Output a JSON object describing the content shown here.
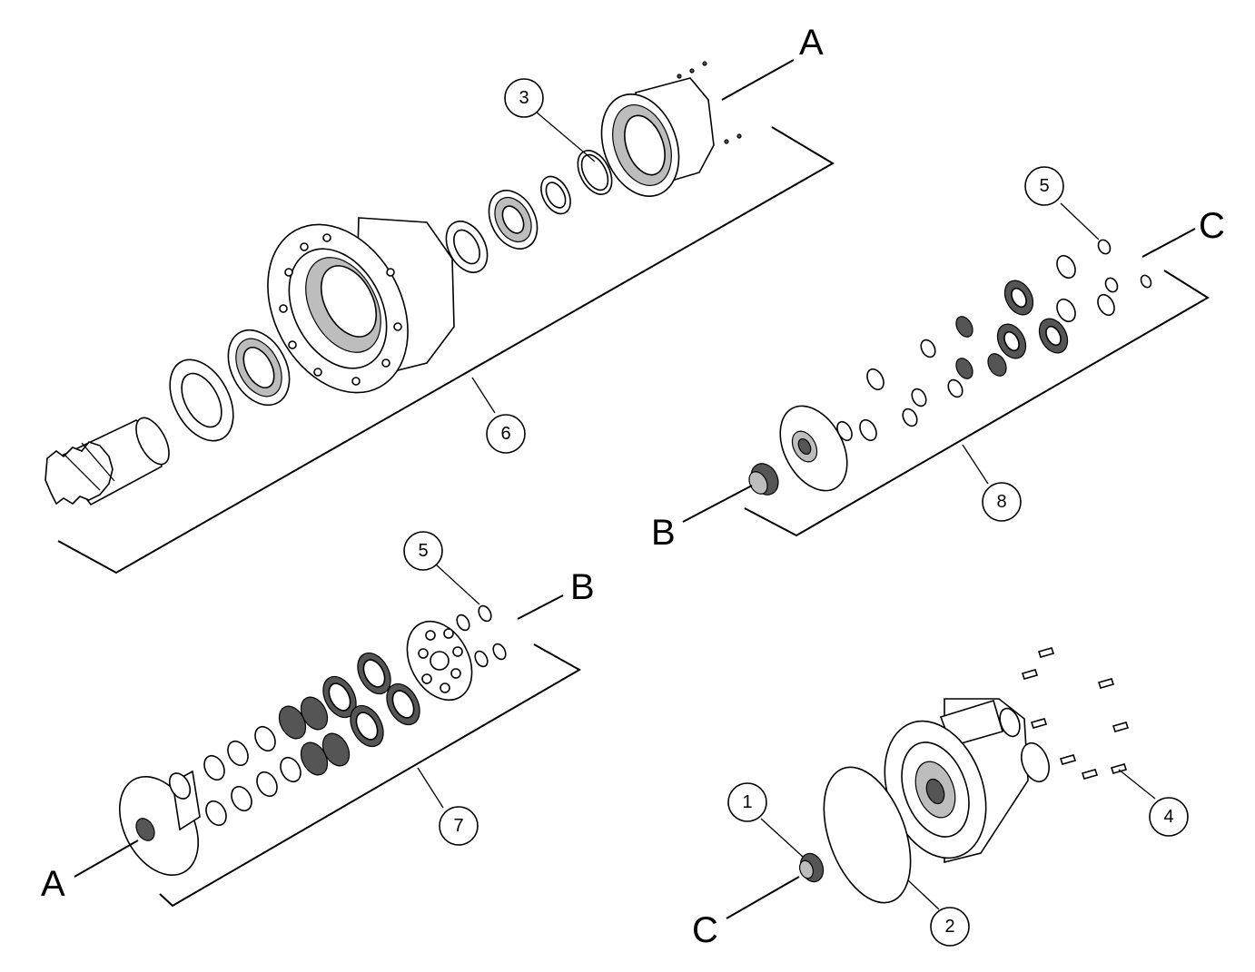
{
  "callouts": {
    "c1": "1",
    "c2": "2",
    "c3": "3",
    "c4": "4",
    "c5a": "5",
    "c5b": "5",
    "c6": "6",
    "c7": "7",
    "c8": "8"
  },
  "letters": {
    "a_top": "A",
    "a_bottom": "A",
    "b_right": "B",
    "b_left": "B",
    "c_right": "C",
    "c_bottom": "C"
  }
}
